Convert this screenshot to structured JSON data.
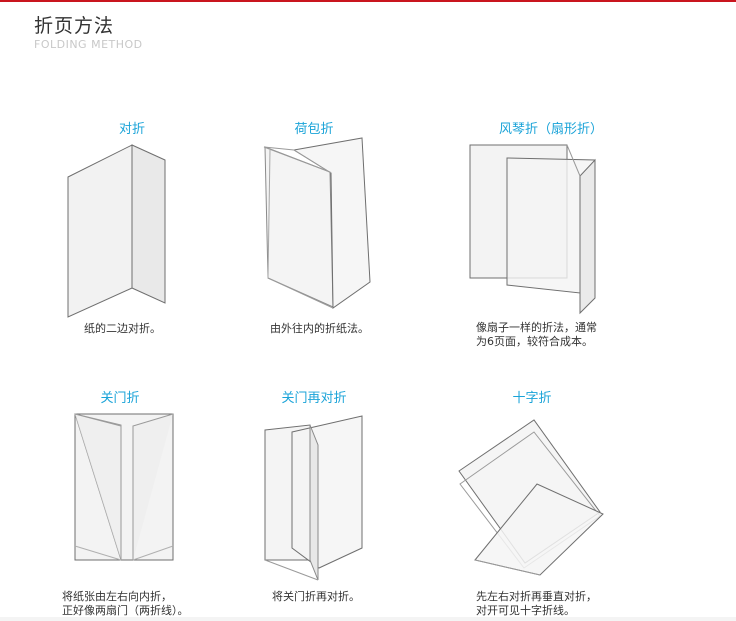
{
  "header": {
    "title": "折页方法",
    "subtitle": "FOLDING METHOD"
  },
  "methods": [
    {
      "name": "对折",
      "description": "纸的二边对折。"
    },
    {
      "name": "荷包折",
      "description": "由外往内的折纸法。"
    },
    {
      "name": "风琴折（扇形折）",
      "description": "像扇子一样的折法，通常\n为6页面，较符合成本。"
    },
    {
      "name": "关门折",
      "description": "将纸张由左右向内折，\n正好像两扇门（两折线）。"
    },
    {
      "name": "关门再对折",
      "description": "将关门折再对折。"
    },
    {
      "name": "十字折",
      "description": "先左右对折再垂直对折，\n对开可见十字折线。"
    }
  ],
  "colors": {
    "accent": "#1aa3d8",
    "brand_line": "#c9151e"
  }
}
